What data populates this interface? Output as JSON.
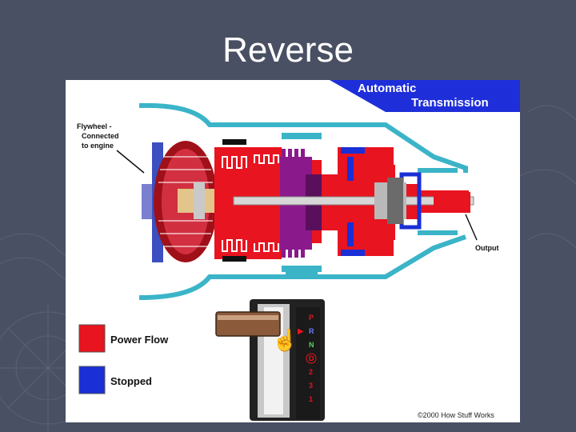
{
  "slide": {
    "title": "Reverse"
  },
  "diagram": {
    "header": {
      "line1": "Automatic",
      "line2": "Transmission"
    },
    "labels": {
      "flywheel_1": "Flywheel -",
      "flywheel_2": "Connected",
      "flywheel_3": "to engine",
      "output": "Output"
    },
    "legend": {
      "power_flow": "Power Flow",
      "stopped": "Stopped"
    },
    "shifter": {
      "gears": [
        "P",
        "R",
        "N",
        "D",
        "2",
        "3",
        "1"
      ],
      "selected": "R",
      "indicator": "▶"
    },
    "copyright": "©2000 How Stuff Works"
  },
  "colors": {
    "slide_background": "#4a5063",
    "power_flow": "#e8141f",
    "stopped": "#1a2fd6",
    "casing": "#3bb4c8",
    "header_band": "#1e2fd9"
  }
}
